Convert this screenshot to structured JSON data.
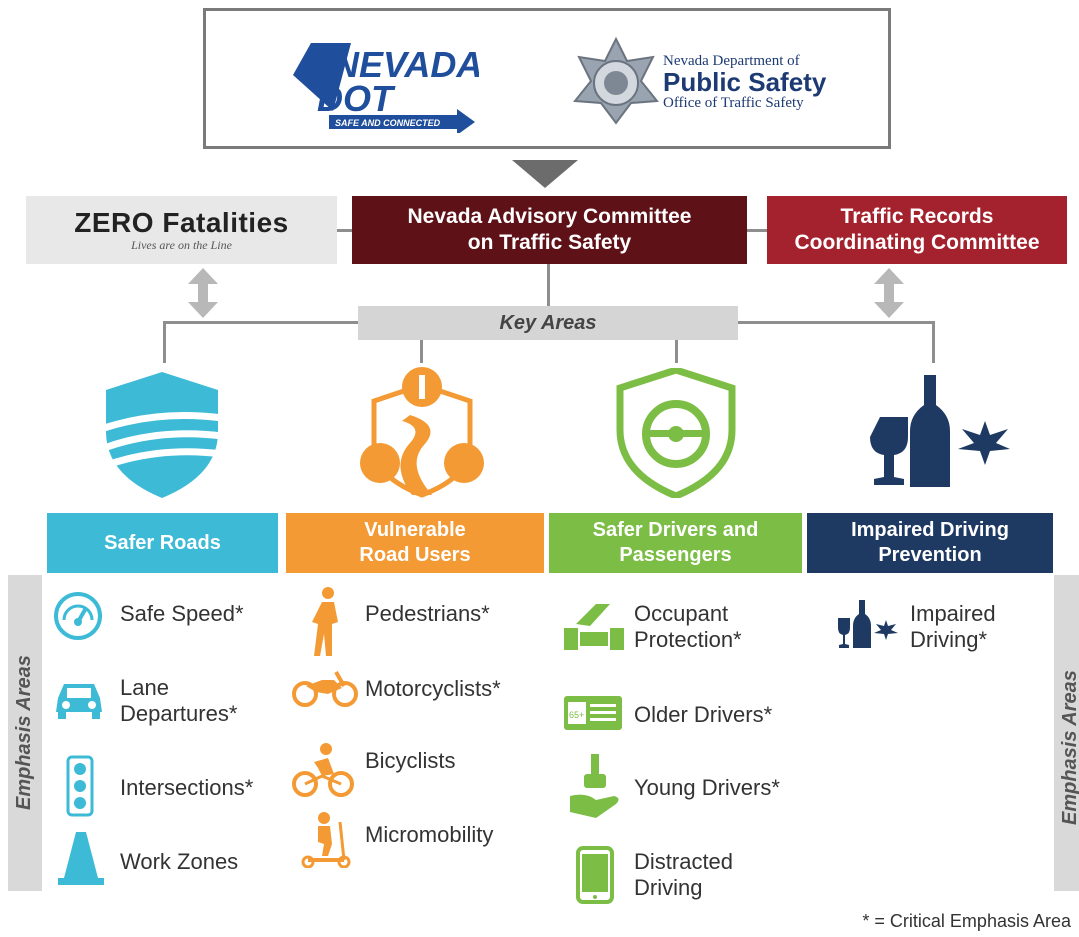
{
  "logos": {
    "nevada_dot": {
      "line1": "NEVADA",
      "line2": "DOT",
      "tagline": "SAFE AND CONNECTED"
    },
    "dps": {
      "line1": "Nevada Department of",
      "line2": "Public Safety",
      "line3": "Office of Traffic Safety"
    }
  },
  "boxes": {
    "zero_fatalities": {
      "title": "ZERO Fatalities",
      "subtitle": "Lives are on the Line"
    },
    "advisory_committee": {
      "line1": "Nevada Advisory Committee",
      "line2": "on Traffic Safety"
    },
    "records_committee": {
      "line1": "Traffic Records",
      "line2": "Coordinating Committee"
    },
    "key_areas": "Key Areas"
  },
  "categories": [
    {
      "line1": "Safer Roads",
      "line2": "",
      "color": "#3cbad6"
    },
    {
      "line1": "Vulnerable",
      "line2": "Road Users",
      "color": "#f49a34"
    },
    {
      "line1": "Safer Drivers and",
      "line2": "Passengers",
      "color": "#7cbd45"
    },
    {
      "line1": "Impaired Driving",
      "line2": "Prevention",
      "color": "#1e3a63"
    }
  ],
  "emphasis_label": "Emphasis Areas",
  "items": {
    "safer_roads": [
      {
        "line1": "Safe Speed*",
        "line2": "",
        "icon": "speedometer-icon"
      },
      {
        "line1": "Lane",
        "line2": "Departures*",
        "icon": "car-icon"
      },
      {
        "line1": "Intersections*",
        "line2": "",
        "icon": "traffic-light-icon"
      },
      {
        "line1": "Work Zones",
        "line2": "",
        "icon": "traffic-cone-icon"
      }
    ],
    "vulnerable": [
      {
        "line1": "Pedestrians*",
        "line2": "",
        "icon": "pedestrian-icon"
      },
      {
        "line1": "Motorcyclists*",
        "line2": "",
        "icon": "motorcycle-icon"
      },
      {
        "line1": "Bicyclists",
        "line2": "",
        "icon": "bicycle-icon"
      },
      {
        "line1": "Micromobility",
        "line2": "",
        "icon": "scooter-icon"
      }
    ],
    "drivers": [
      {
        "line1": "Occupant",
        "line2": "Protection*",
        "icon": "seatbelt-icon"
      },
      {
        "line1": "Older Drivers*",
        "line2": "",
        "icon": "id-card-icon"
      },
      {
        "line1": "Young Drivers*",
        "line2": "",
        "icon": "hand-key-icon"
      },
      {
        "line1": "Distracted",
        "line2": "Driving",
        "icon": "phone-icon"
      }
    ],
    "impaired": [
      {
        "line1": "Impaired",
        "line2": "Driving*",
        "icon": "bottle-glass-icon"
      }
    ]
  },
  "footnote": "* = Critical Emphasis Area"
}
